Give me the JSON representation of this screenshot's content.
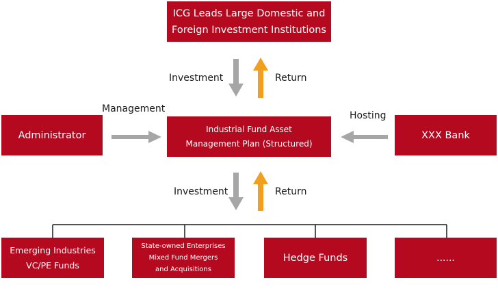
{
  "top_box": {
    "line1": "ICG Leads Large Domestic and",
    "line2": "Foreign Investment Institutions"
  },
  "center_box": {
    "line1": "Industrial Fund Asset",
    "line2": "Management Plan (Structured)"
  },
  "left_box": {
    "label": "Administrator"
  },
  "right_box": {
    "label": "XXX Bank"
  },
  "bottom_boxes": {
    "b1": {
      "line1": "Emerging Industries",
      "line2": "VC/PE Funds"
    },
    "b2": {
      "line1": "State-owned Enterprises",
      "line2": "Mixed Fund Mergers",
      "line3": "and Acquisitions"
    },
    "b3": {
      "label": "Hedge Funds"
    },
    "b4": {
      "label": "......"
    }
  },
  "labels": {
    "upper_investment": "Investment",
    "upper_return": "Return",
    "management": "Management",
    "hosting": "Hosting",
    "lower_investment": "Investment",
    "lower_return": "Return"
  },
  "colors": {
    "box_fill": "#b5091f",
    "box_text": "#ffffff",
    "investment_arrow": "#a6a6a6",
    "return_arrow": "#f0a01e",
    "connector_line": "#1a1a1a"
  }
}
